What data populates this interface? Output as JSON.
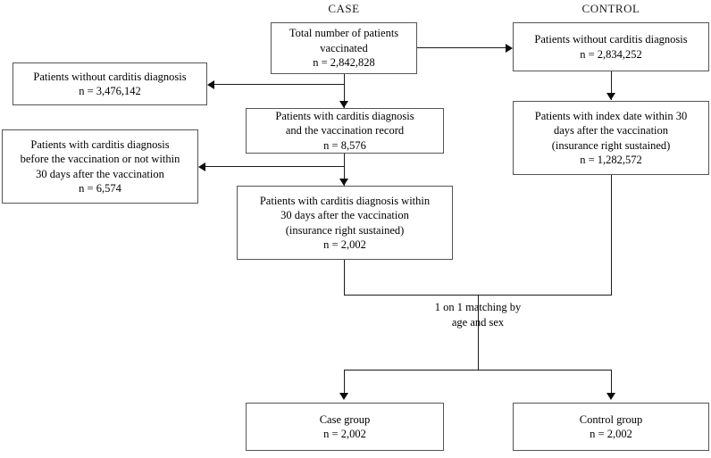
{
  "diagram": {
    "type": "flowchart",
    "title_headers": {
      "case": "CASE",
      "control": "CONTROL"
    },
    "nodes": {
      "total_vaccinated": {
        "label": "Total number of patients\nvaccinated\nn = 2,842,828",
        "n": "2,842,828"
      },
      "control_no_carditis": {
        "label": "Patients without carditis diagnosis\nn = 2,834,252",
        "n": "2,834,252"
      },
      "case_excl_no_carditis": {
        "label": "Patients without carditis diagnosis\nn = 3,476,142",
        "n": "3,476,142"
      },
      "case_with_carditis_and_record": {
        "label": "Patients with carditis diagnosis\nand the vaccination record\nn = 8,576",
        "n": "8,576"
      },
      "control_index_within_30": {
        "label": "Patients with index date within 30\ndays after the vaccination\n(insurance right sustained)\nn = 1,282,572",
        "n": "1,282,572"
      },
      "case_excl_before_or_outside": {
        "label": "Patients with carditis diagnosis\nbefore the vaccination or not within\n30 days after the vaccination\nn = 6,574",
        "n": "6,574"
      },
      "case_within_30": {
        "label": "Patients with carditis diagnosis within\n30 days after the vaccination\n(insurance right sustained)\nn = 2,002",
        "n": "2,002"
      },
      "matching_note": {
        "label": "1 on 1 matching by\nage and sex"
      },
      "case_group": {
        "label": "Case group\nn = 2,002",
        "n": "2,002"
      },
      "control_group": {
        "label": "Control group\nn = 2,002",
        "n": "2,002"
      }
    },
    "colors": {
      "box_border": "#555555",
      "edge": "#1a1a1a",
      "background": "#ffffff",
      "text": "#000000"
    }
  }
}
